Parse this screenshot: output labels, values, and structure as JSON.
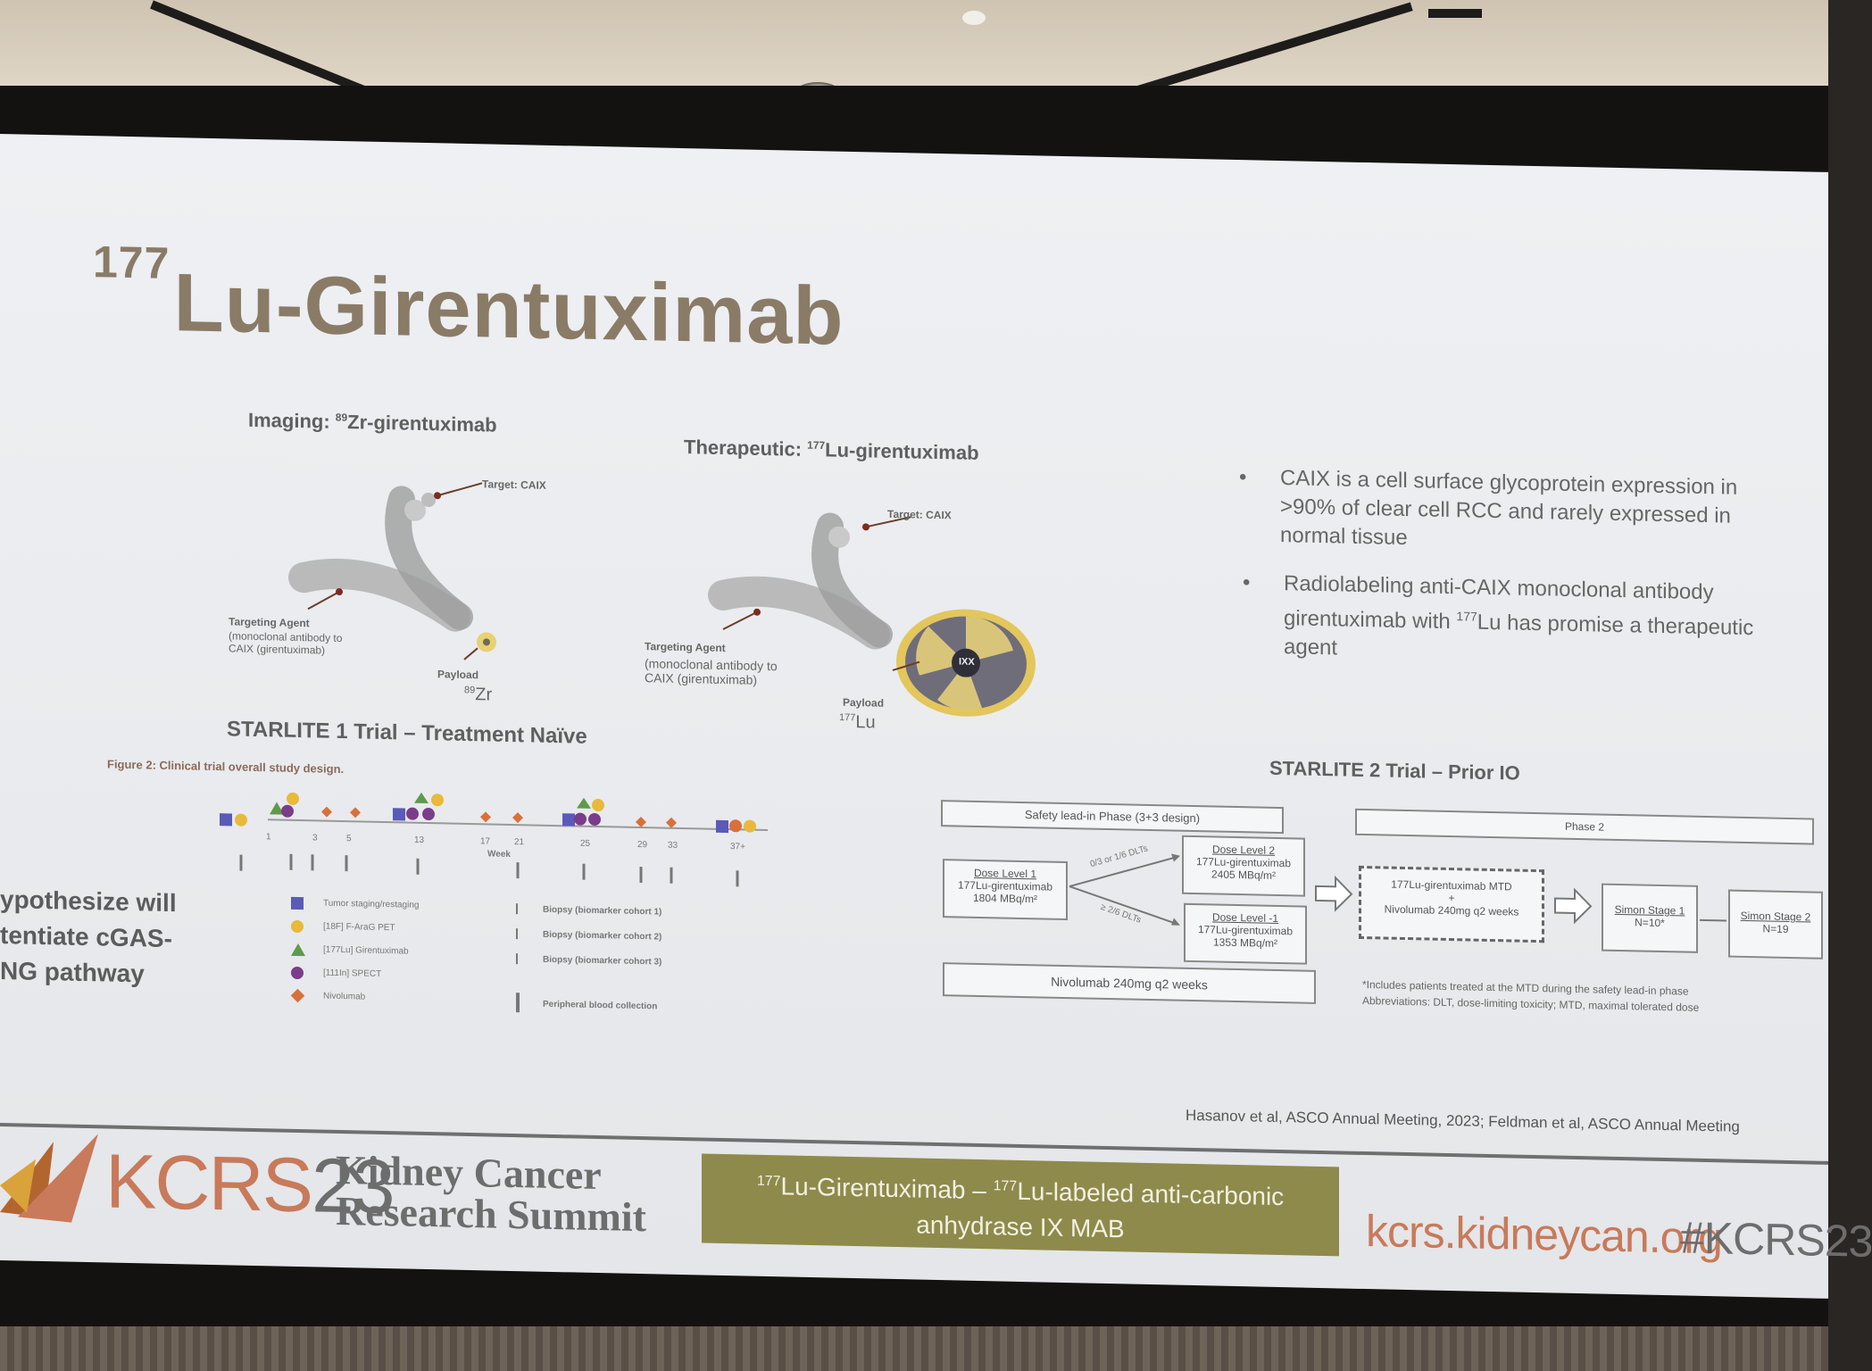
{
  "slide": {
    "title_sup": "177",
    "title_main": "Lu-Girentuximab",
    "imaging": {
      "heading_prefix": "Imaging: ",
      "heading_sup": "89",
      "heading_suffix": "Zr-girentuximab",
      "target": "Target: CAIX",
      "agent_title": "Targeting Agent",
      "agent_desc_1": "(monoclonal antibody to",
      "agent_desc_2": "CAIX (girentuximab)",
      "payload": "Payload",
      "payload_sup": "89",
      "payload_el": "Zr"
    },
    "therapeutic": {
      "heading_prefix": "Therapeutic: ",
      "heading_sup": "177",
      "heading_suffix": "Lu-girentuximab",
      "target": "Target: CAIX",
      "agent_title": "Targeting Agent",
      "agent_desc_1": "(monoclonal antibody to",
      "agent_desc_2": "CAIX (girentuximab)",
      "payload": "Payload",
      "payload_sup": "177",
      "payload_el": "Lu",
      "core_label": "IXX"
    },
    "bullets": [
      {
        "marker": "•",
        "text": "CAIX is a cell surface glycoprotein expression in >90% of clear cell RCC and rarely expressed in normal tissue"
      },
      {
        "marker": "•",
        "text_prefix": "Radiolabeling anti-CAIX monoclonal antibody girentuximab with ",
        "text_sup": "177",
        "text_suffix": "Lu has promise a therapeutic agent"
      }
    ],
    "starlite1": {
      "title": "STARLITE 1 Trial – Treatment Naïve",
      "figure_caption": "Figure 2: Clinical trial overall study design.",
      "legend_left": [
        "Tumor staging/restaging",
        "[18F] F-AraG PET",
        "[177Lu] Girentuximab",
        "[111In] SPECT",
        "Nivolumab"
      ],
      "legend_right": [
        "Biopsy (biomarker cohort 1)",
        "Biopsy (biomarker cohort 2)",
        "Biopsy (biomarker cohort 3)",
        "Peripheral blood collection"
      ],
      "timeline_ticks": [
        "1",
        "3",
        "5",
        "13",
        "17",
        "21",
        "25",
        "29",
        "33",
        "37+"
      ],
      "week_label": "Week"
    },
    "left_cut_text": [
      "ypothesize will",
      "tentiate cGAS-",
      "NG pathway"
    ],
    "starlite2": {
      "title": "STARLITE 2 Trial – Prior IO",
      "safety_phase": "Safety lead-in Phase (3+3 design)",
      "phase2": "Phase 2",
      "dose1_title": "Dose Level 1",
      "dose1_l1": "177Lu-girentuximab",
      "dose1_l2": "1804 MBq/m²",
      "dose2_title": "Dose Level 2",
      "dose2_l1": "177Lu-girentuximab",
      "dose2_l2": "2405 MBq/m²",
      "dosem1_title": "Dose Level -1",
      "dosem1_l1": "177Lu-girentuximab",
      "dosem1_l2": "1353 MBq/m²",
      "arrow_up_label": "0/3 or 1/6 DLTs",
      "arrow_down_label": "≥ 2/6 DLTs",
      "mtd_l1": "177Lu-girentuximab MTD",
      "mtd_plus": "+",
      "mtd_l2": "Nivolumab 240mg q2 weeks",
      "simon1_title": "Simon Stage 1",
      "simon1_n": "N=10*",
      "simon2_title": "Simon Stage 2",
      "simon2_n": "N=19",
      "nivolumab": "Nivolumab 240mg q2 weeks",
      "footnote_1": "*Includes patients treated at the MTD during the safety lead-in phase",
      "footnote_2": "Abbreviations: DLT, dose-limiting toxicity; MTD, maximal tolerated dose"
    },
    "citation": "Hasanov et al, ASCO Annual Meeting, 2023; Feldman et al, ASCO Annual Meeting",
    "footer": {
      "kcrs": "KCRS",
      "kcrs_year": "23",
      "kc_line1": "Kidney Cancer",
      "kc_line2": "Research Summit",
      "banner_sup1": "177",
      "banner_a": "Lu-Girentuximab – ",
      "banner_sup2": "177",
      "banner_b": "Lu-labeled anti-carbonic",
      "banner_c": "anhydrase IX MAB",
      "url": "kcrs.kidneycan.org",
      "hashtag": "#KCRS23"
    }
  },
  "colors": {
    "title": "#8a7b67",
    "accent": "#c87a5a",
    "banner": "#8e8a4b",
    "marker_blue": "#5a5ab8",
    "marker_yellow": "#e8b93a",
    "marker_green": "#5f9a4a",
    "marker_purple": "#7a3d8a",
    "marker_orange": "#d9703a"
  }
}
